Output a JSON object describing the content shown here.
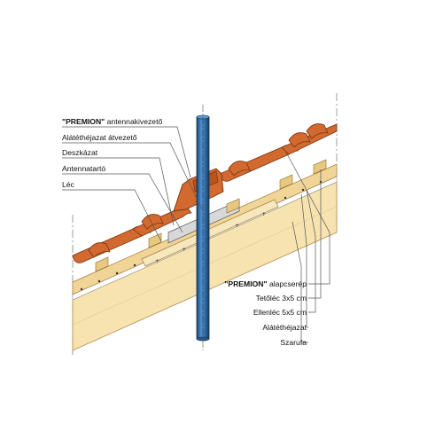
{
  "labels_left": [
    {
      "bold": "\"PREMION\"",
      "rest": " antennakivezető"
    },
    {
      "bold": "",
      "rest": "Alátéthéjazat átvezető"
    },
    {
      "bold": "",
      "rest": "Deszkázat"
    },
    {
      "bold": "",
      "rest": "Antennatartó"
    },
    {
      "bold": "",
      "rest": "Léc"
    }
  ],
  "labels_right": [
    {
      "bold": "\"PREMION\"",
      "rest": " alapcserép"
    },
    {
      "bold": "",
      "rest": "Tetőléc 3x5 cm"
    },
    {
      "bold": "",
      "rest": "Ellenléc 5x5 cm"
    },
    {
      "bold": "",
      "rest": "Alátéthéjazat"
    },
    {
      "bold": "",
      "rest": "Szarufa"
    }
  ],
  "colors": {
    "tile": "#d2692f",
    "tile_dark": "#8a3a12",
    "wood": "#f3dca0",
    "wood_dark": "#c9a96a",
    "pipe": "#3a78b4",
    "pipe_dark": "#1d4670",
    "membrane": "#f4f1ea",
    "leader": "#555555"
  }
}
